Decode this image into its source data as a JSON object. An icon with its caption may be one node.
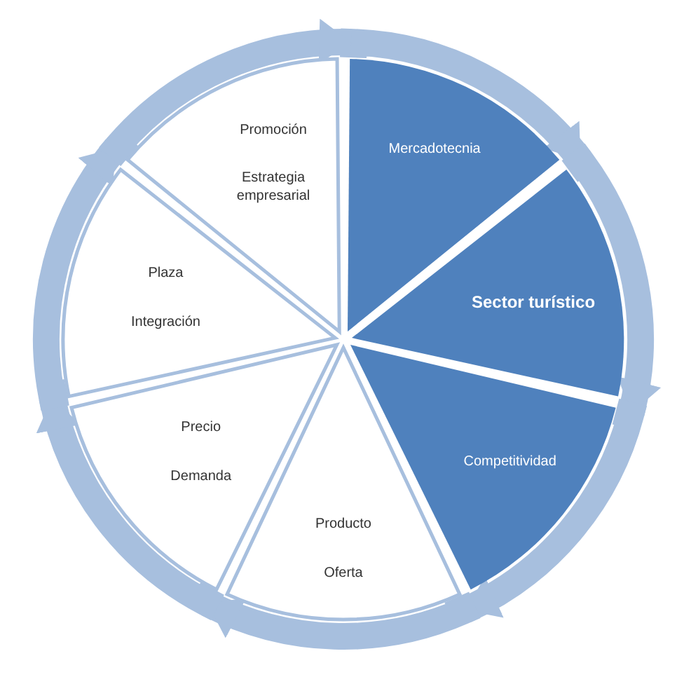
{
  "diagram": {
    "nodes": [
      {
        "text": [
          "Mercadotecnia"
        ]
      },
      {
        "text": [
          "Sector turístico"
        ]
      },
      {
        "text": [
          "Competitividad"
        ]
      },
      {
        "text": [
          "Producto",
          "Oferta"
        ]
      },
      {
        "text": [
          "Precio",
          "Demanda"
        ]
      },
      {
        "text": [
          "Plaza",
          "Integración"
        ]
      },
      {
        "text": [
          "Promoción",
          "Estrategia empresarial"
        ]
      }
    ],
    "edges": [
      {
        "from": 0,
        "to": 1,
        "arrow": "to"
      },
      {
        "from": 1,
        "to": 2,
        "arrow": "to"
      },
      {
        "from": 2,
        "to": 3,
        "arrow": "to"
      },
      {
        "from": 3,
        "to": 4,
        "arrow": "to"
      },
      {
        "from": 4,
        "to": 5,
        "arrow": "to"
      },
      {
        "from": 5,
        "to": 6,
        "arrow": "to"
      },
      {
        "from": 6,
        "to": 0,
        "arrow": "to"
      }
    ]
  }
}
